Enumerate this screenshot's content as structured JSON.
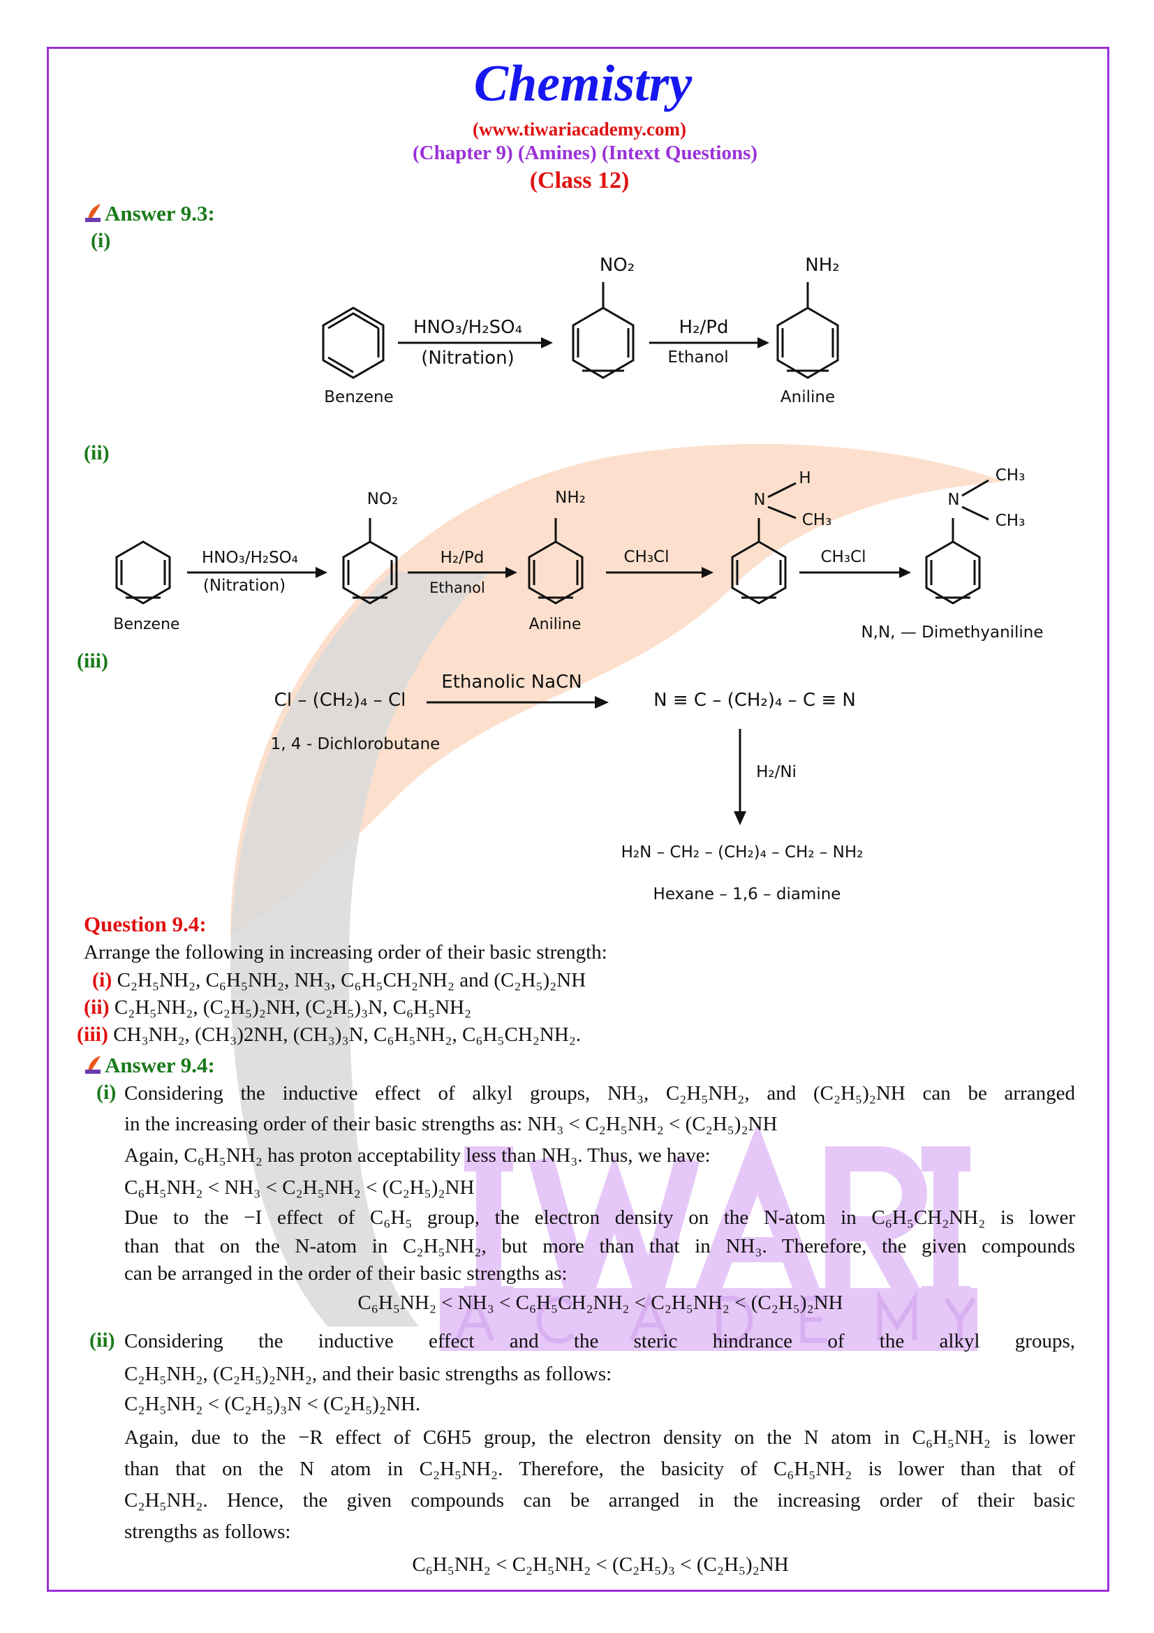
{
  "header": {
    "title": "Chemistry",
    "url": "(www.tiwariacademy.com)",
    "chapter": "(Chapter 9) (Amines) (Intext Questions)",
    "class": "(Class 12)"
  },
  "watermark": {
    "word1": "IWARI",
    "word2": "ACADEMY"
  },
  "answer_9_3": {
    "heading": "Answer 9.3:",
    "part_i": {
      "label": "(i)",
      "reagent1": "HNO₃/H₂SO₄",
      "condition1": "(Nitration)",
      "group1": "NO₂",
      "reagent2": "H₂/Pd",
      "condition2": "Ethanol",
      "group2": "NH₂",
      "start": "Benzene",
      "product": "Aniline"
    },
    "part_ii": {
      "label": "(ii)",
      "reagent1": "HNO₃/H₂SO₄",
      "condition1": "(Nitration)",
      "group1": "NO₂",
      "reagent2": "H₂/Pd",
      "condition2": "Ethanol",
      "group2": "NH₂",
      "reagent3": "CH₃Cl",
      "n1": "N",
      "h1": "H",
      "ch3_a": "CH₃",
      "reagent4": "CH₃Cl",
      "n2": "N",
      "ch3_b": "CH₃",
      "ch3_c": "CH₃",
      "start": "Benzene",
      "mid": "Aniline",
      "product": "N,N, — Dimethyaniline"
    },
    "part_iii": {
      "label": "(iii)",
      "reactant": "Cl – (CH₂)₄ – Cl",
      "reactant_name": "1, 4 - Dichlorobutane",
      "reagent1": "Ethanolic NaCN",
      "intermediate": "N ≡ C – (CH₂)₄ – C ≡ N",
      "reagent2": "H₂/Ni",
      "product": "H₂N – CH₂ – (CH₂)₄ – CH₂ – NH₂",
      "product_name": "Hexane – 1,6 – diamine"
    }
  },
  "question_9_4": {
    "heading": "Question 9.4:",
    "prompt": "Arrange the following in increasing order of their basic strength:",
    "items": [
      {
        "label": "(i)",
        "text": "C₂H₅NH₂, C₆H₅NH₂, NH₃, C₆H₅CH₂NH₂ and (C₂H₅)₂NH"
      },
      {
        "label": "(ii)",
        "text": "C₂H₅NH₂, (C₂H₅)₂NH, (C₂H₅)₃N, C₆H₅NH₂"
      },
      {
        "label": "(iii)",
        "text": "CH₃NH₂, (CH₃)2NH, (CH₃)₃N, C₆H₅NH₂, C₆H₅CH₂NH₂."
      }
    ]
  },
  "answer_9_4": {
    "heading": "Answer 9.4:",
    "part_i": {
      "label": "(i)",
      "lines": [
        "Considering the inductive effect of alkyl groups, NH₃, C₂H₅NH₂, and (C₂H₅)₂NH can be arranged",
        "in the increasing order of their basic strengths as: NH₃ <  C₂H₅NH₂ < (C₂H₅)₂NH",
        "Again, C₆H₅NH₂ has proton acceptability less than NH₃. Thus, we have:",
        "C₆H₅NH₂ < NH₃ < C₂H₅NH₂ < (C₂H₅)₂NH",
        "Due to the −I effect of C₆H₅ group, the electron density on the N-atom in C₆H₅CH₂NH₂ is lower",
        "than that on the N-atom in C₂H₅NH₂, but more than that in NH₃. Therefore, the given compounds",
        "can be arranged in the order of their basic strengths as:"
      ],
      "result": "C₆H₅NH₂ < NH₃ < C₆H₅CH₂NH₂ < C₂H₅NH₂ < (C₂H₅)₂NH"
    },
    "part_ii": {
      "label": "(ii)",
      "lines": [
        "Considering the inductive effect and the steric hindrance of the alkyl groups,",
        "C₂H₅NH₂, (C₂H₅)₂NH₂, and their basic strengths as follows:",
        "C₂H₅NH₂ < (C₂H₅)₃N < (C₂H₅)₂NH.",
        "Again, due to the −R effect of C6H5 group, the electron density on the N atom in C₆H₅NH₂ is lower",
        "than that on the N atom in C₂H₅NH₂. Therefore, the basicity of C₆H₅NH₂ is lower than that of",
        "C₂H₅NH₂. Hence, the given compounds can be arranged in the increasing order of their basic",
        "strengths as follows:"
      ],
      "result": "C₆H₅NH₂ < C₂H₅NH₂ < (C₂H₅)₃ < (C₂H₅)₂NH"
    }
  },
  "colors": {
    "title": "#1717f0",
    "red": "#e01010",
    "purple": "#9b30d9",
    "green": "#1a7a1a",
    "leaf": "#fbd8c0",
    "watermark": "#e6c8f8"
  }
}
